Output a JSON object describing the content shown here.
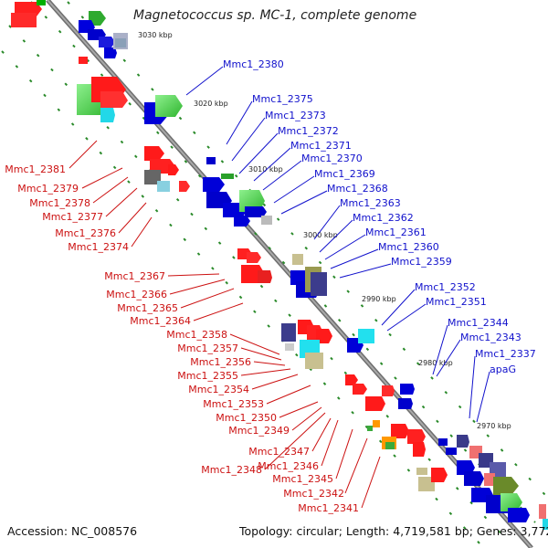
{
  "title": "Magnetococcus sp. MC-1, complete genome",
  "footer": {
    "accession": "Accession: NC_008576",
    "summary": "Topology: circular; Length: 4,719,581 bp; Genes: 3,772"
  },
  "colors": {
    "forward_label": "#1111cc",
    "reverse_label": "#cc1111",
    "backbone": "#888888",
    "tick": "#2a8a2a"
  },
  "scale_ticks": [
    "3030 kbp",
    "3020 kbp",
    "3010 kbp",
    "3000 kbp",
    "2990 kbp",
    "2980 kbp",
    "2970 kbp"
  ],
  "forward_labels": [
    "Mmc1_2380",
    "Mmc1_2375",
    "Mmc1_2373",
    "Mmc1_2372",
    "Mmc1_2371",
    "Mmc1_2370",
    "Mmc1_2369",
    "Mmc1_2368",
    "Mmc1_2363",
    "Mmc1_2362",
    "Mmc1_2361",
    "Mmc1_2360",
    "Mmc1_2359",
    "Mmc1_2352",
    "Mmc1_2351",
    "Mmc1_2344",
    "Mmc1_2343",
    "Mmc1_2337",
    "apaG"
  ],
  "reverse_labels": [
    "Mmc1_2381",
    "Mmc1_2379",
    "Mmc1_2378",
    "Mmc1_2377",
    "Mmc1_2376",
    "Mmc1_2374",
    "Mmc1_2367",
    "Mmc1_2366",
    "Mmc1_2365",
    "Mmc1_2364",
    "Mmc1_2358",
    "Mmc1_2357",
    "Mmc1_2356",
    "Mmc1_2355",
    "Mmc1_2354",
    "Mmc1_2353",
    "Mmc1_2350",
    "Mmc1_2349",
    "Mmc1_2347",
    "Mmc1_2346",
    "Mmc1_2348",
    "Mmc1_2345",
    "Mmc1_2342",
    "Mmc1_2341"
  ]
}
